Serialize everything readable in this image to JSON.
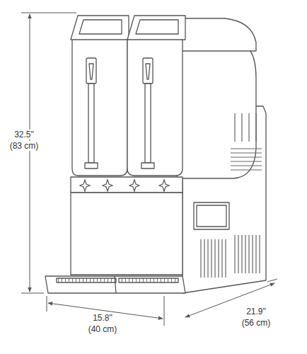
{
  "diagram": {
    "labels": [
      "32.5\"",
      "(83 cm)",
      "15.8\"",
      "(40 cm)",
      "21.9\"",
      "(56 cm)"
    ]
  }
}
